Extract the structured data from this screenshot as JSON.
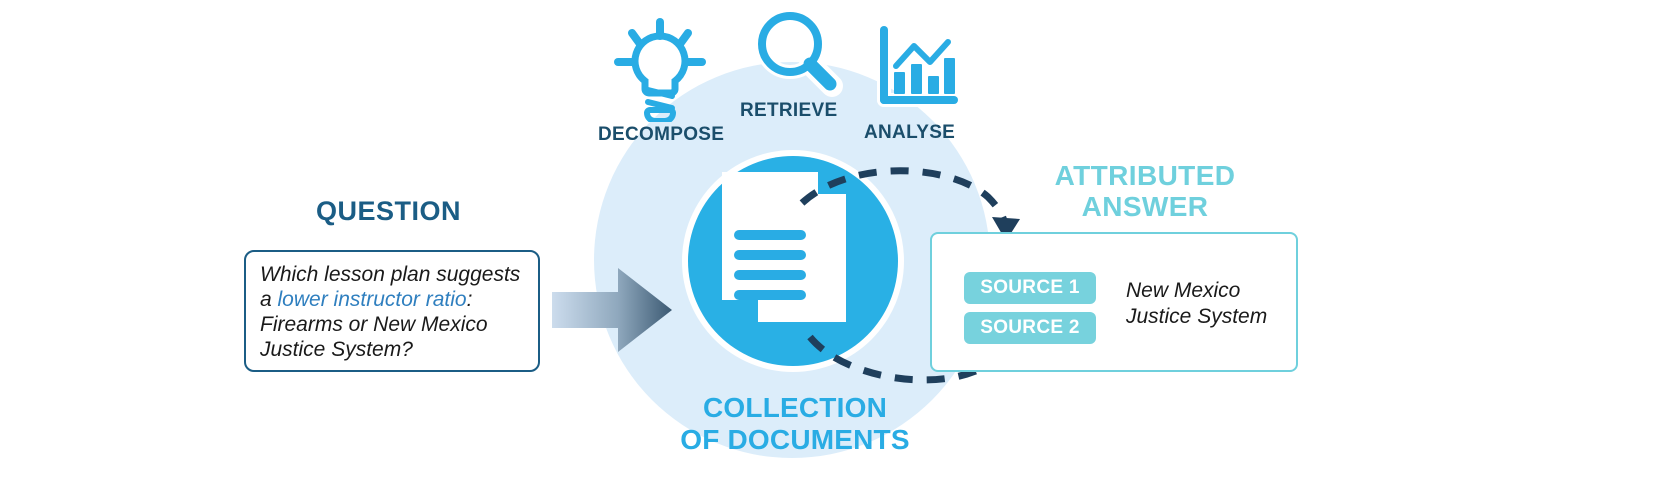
{
  "diagram": {
    "title_question": "QUESTION",
    "question_text_parts": {
      "p1": "Which lesson plan suggests a ",
      "highlight": "lower instructor ratio",
      "p2": ": Firearms or New Mexico Justice System?"
    },
    "pipeline": [
      {
        "label": "DECOMPOSE",
        "icon": "lightbulb-icon"
      },
      {
        "label": "RETRIEVE",
        "icon": "magnifying-glass-icon"
      },
      {
        "label": "ANALYSE",
        "icon": "bar-chart-icon"
      }
    ],
    "center": {
      "icon": "documents-icon",
      "caption_line1": "COLLECTION",
      "caption_line2": "OF DOCUMENTS"
    },
    "answer": {
      "title_line1": "ATTRIBUTED",
      "title_line2": "ANSWER",
      "sources": [
        "SOURCE 1",
        "SOURCE 2"
      ],
      "answer_line1": "New Mexico",
      "answer_line2": "Justice System"
    },
    "colors": {
      "primary_blue": "#29b0e5",
      "pale_blue": "#dcedfa",
      "dark_blue": "#1b4e6b",
      "question_blue": "#1b5d85",
      "teal": "#77d2dd",
      "teal_title": "#6fd0dd",
      "highlight_blue": "#2f7fbf",
      "dashed_navy": "#1f3f5c"
    }
  }
}
